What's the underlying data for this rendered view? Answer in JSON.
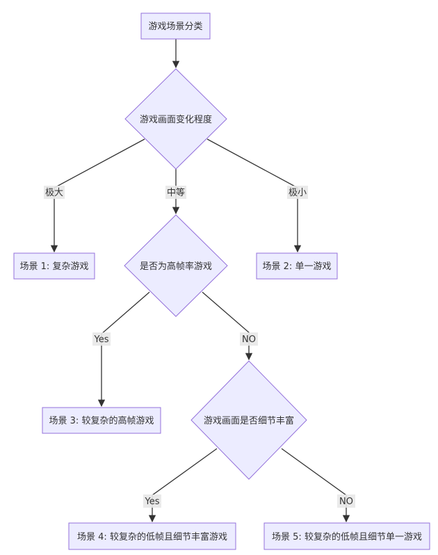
{
  "nodes": {
    "root": {
      "label": "游戏场景分类"
    },
    "change_degree": {
      "label": "游戏画面变化程度"
    },
    "scene1": {
      "label": "场景 1: 复杂游戏"
    },
    "high_fps_q": {
      "label": "是否为高帧率游戏"
    },
    "scene2": {
      "label": "场景 2: 单一游戏"
    },
    "scene3": {
      "label": "场景 3: 较复杂的高帧游戏"
    },
    "detail_q": {
      "label": "游戏画面是否细节丰富"
    },
    "scene4": {
      "label": "场景 4: 较复杂的低帧且细节丰富游戏"
    },
    "scene5": {
      "label": "场景 5: 较复杂的低帧且细节单一游戏"
    }
  },
  "edges": {
    "very_large": {
      "label": "极大"
    },
    "medium": {
      "label": "中等"
    },
    "very_small": {
      "label": "极小"
    },
    "yes1": {
      "label": "Yes"
    },
    "no1": {
      "label": "NO"
    },
    "yes2": {
      "label": "Yes"
    },
    "no2": {
      "label": "NO"
    }
  },
  "colors": {
    "node_fill": "#ECECFF",
    "node_stroke": "#9370DB",
    "edge": "#333333",
    "edge_label_bg": "#e8e8e8"
  }
}
